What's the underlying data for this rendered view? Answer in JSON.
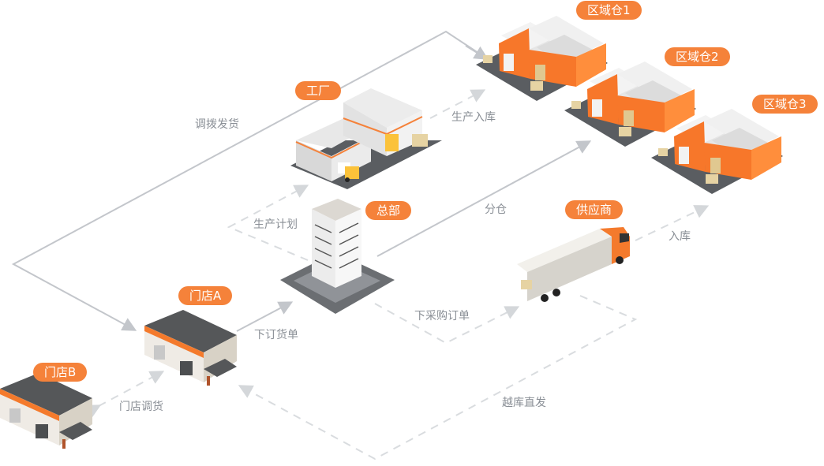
{
  "colors": {
    "accent": "#f5823a",
    "line": "#c3c6cb",
    "dash": "#d9dcdf",
    "label": "#8a8f96",
    "warehouse_wall": "#f7772a",
    "roof": "#e6e6e6",
    "ground": "#5a5d61"
  },
  "nodes": {
    "regional_warehouse_1": {
      "label": "区域仓1"
    },
    "regional_warehouse_2": {
      "label": "区域仓2"
    },
    "regional_warehouse_3": {
      "label": "区域仓3"
    },
    "factory": {
      "label": "工厂"
    },
    "headquarters": {
      "label": "总部"
    },
    "supplier": {
      "label": "供应商"
    },
    "store_a": {
      "label": "门店A"
    },
    "store_b": {
      "label": "门店B"
    }
  },
  "flows": {
    "transfer_shipping": "调拨发货",
    "production_storage": "生产入库",
    "production_plan": "生产计划",
    "distribute_warehouse": "分仓",
    "inbound": "入库",
    "place_order": "下订货单",
    "purchase_order": "下采购订单",
    "store_transfer": "门店调货",
    "cross_dock": "越库直发"
  }
}
